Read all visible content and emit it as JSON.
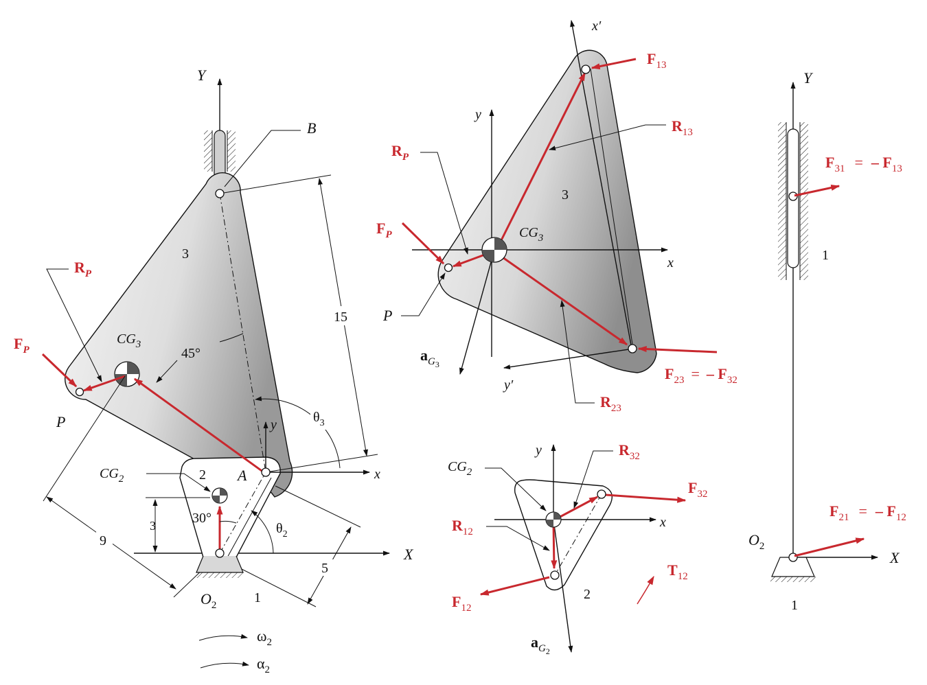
{
  "colors": {
    "force_red": "#c8282e",
    "link_fill_light": "#f2f2f2",
    "link_fill_dark": "#9d9d9d",
    "ink": "#111111"
  },
  "left": {
    "axis_Y": "Y",
    "axis_X": "X",
    "axis_x": "x",
    "axis_y": "y",
    "point_B": "B",
    "point_A": "A",
    "point_P": "P",
    "point_O": "O",
    "sub_O": "2",
    "link3": "3",
    "link2": "2",
    "ground": "1",
    "cg3": "CG",
    "cg3_sub": "3",
    "cg2": "CG",
    "cg2_sub": "2",
    "angle45": "45°",
    "angle30": "30°",
    "theta3": "θ",
    "theta3_sub": "3",
    "theta2": "θ",
    "theta2_sub": "2",
    "dim15": "15",
    "dim9": "9",
    "dim5": "5",
    "dim3": "3",
    "Fp": "F",
    "Fp_sub": "P",
    "Rp": "R",
    "Rp_sub": "P",
    "omega": "ω",
    "omega_sub": "2",
    "alpha": "α",
    "alpha_sub": "2"
  },
  "middle_top": {
    "axis_xp": "x′",
    "axis_y": "y",
    "axis_x": "x",
    "axis_yp": "y′",
    "link3": "3",
    "cg": "CG",
    "cg_sub": "3",
    "point_P": "P",
    "F13": "F",
    "F13_sub": "13",
    "R13": "R",
    "R13_sub": "13",
    "Rp": "R",
    "Rp_sub": "P",
    "Fp": "F",
    "Fp_sub": "P",
    "aG": "a",
    "aG_sub": "G",
    "aG_subsub": "3",
    "F23": "F",
    "F23_sub": "23",
    "eq": "=",
    "minus": "– F",
    "F32_sub": "32",
    "R23": "R",
    "R23_sub": "23"
  },
  "middle_bottom": {
    "axis_y": "y",
    "axis_x": "x",
    "cg": "CG",
    "cg_sub": "2",
    "R32": "R",
    "R32_sub": "32",
    "F32": "F",
    "F32_sub": "32",
    "R12": "R",
    "R12_sub": "12",
    "F12": "F",
    "F12_sub": "12",
    "T12": "T",
    "T12_sub": "12",
    "link2": "2",
    "aG": "a",
    "aG_sub": "G",
    "aG_subsub": "2"
  },
  "right": {
    "axis_Y": "Y",
    "axis_X": "X",
    "F31": "F",
    "F31_sub": "31",
    "eq": "=",
    "minus": "– F",
    "F13_sub": "13",
    "F21": "F",
    "F21_sub": "21",
    "eq2": "=",
    "minus2": "– F",
    "F12_sub": "12",
    "ground": "1",
    "ground2": "1",
    "point_O": "O",
    "sub_O": "2"
  }
}
